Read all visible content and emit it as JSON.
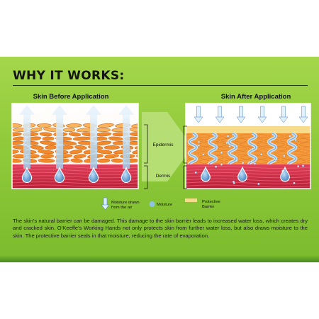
{
  "title": "WHY IT WORKS:",
  "panels": {
    "before_caption": "Skin Before Application",
    "after_caption": "Skin After Application"
  },
  "layers": {
    "epidermis": "Epidermis",
    "dermis": "Dermis"
  },
  "legend": [
    {
      "icon": "arrow-icon",
      "label": "Moisture drawn from the air"
    },
    {
      "icon": "droplet-icon",
      "label": "Moisture"
    },
    {
      "icon": "barrier-swatch-icon",
      "label": "Protective Barrier"
    }
  ],
  "description": "The skin’s natural barrier can be damaged. This damage to the skin barrier leads to increased water loss, which creates dry and cracked skin. O’Keeffe’s Working Hands not only protects skin from further water loss, but also draws moisture to the skin. The protective barrier seals in that moisture, reducing the rate of evaporation.",
  "colors": {
    "background": "#8fca3a",
    "barrier": "#f6dc8a",
    "epidermis": "#f08a2a",
    "dermis": "#c8283a",
    "moisture": "#6fa8dc"
  }
}
